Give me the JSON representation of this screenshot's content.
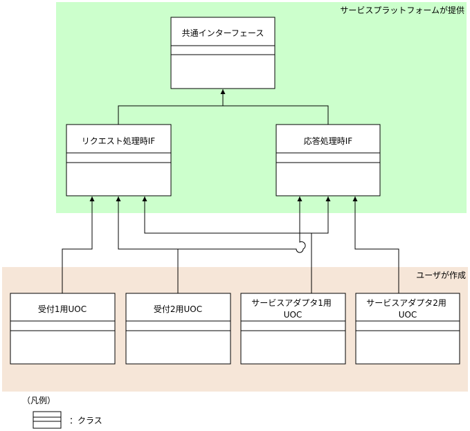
{
  "regions": {
    "platform": {
      "label": "サービスプラットフォームが提供",
      "color": "#ccffcc"
    },
    "user": {
      "label": "ユーザが作成",
      "color": "#f6e6d8"
    }
  },
  "classes": {
    "common_if": {
      "name": [
        "共通インターフェース"
      ]
    },
    "request_if": {
      "name": [
        "リクエスト処理時IF"
      ]
    },
    "response_if": {
      "name": [
        "応答処理時IF"
      ]
    },
    "receive1_uoc": {
      "name": [
        "受付1用UOC"
      ]
    },
    "receive2_uoc": {
      "name": [
        "受付2用UOC"
      ]
    },
    "adapter1_uoc": {
      "name": [
        "サービスアダプタ1用",
        "UOC"
      ]
    },
    "adapter2_uoc": {
      "name": [
        "サービスアダプタ2用",
        "UOC"
      ]
    }
  },
  "legend": {
    "title": "（凡例）",
    "class_label": "：クラス"
  }
}
